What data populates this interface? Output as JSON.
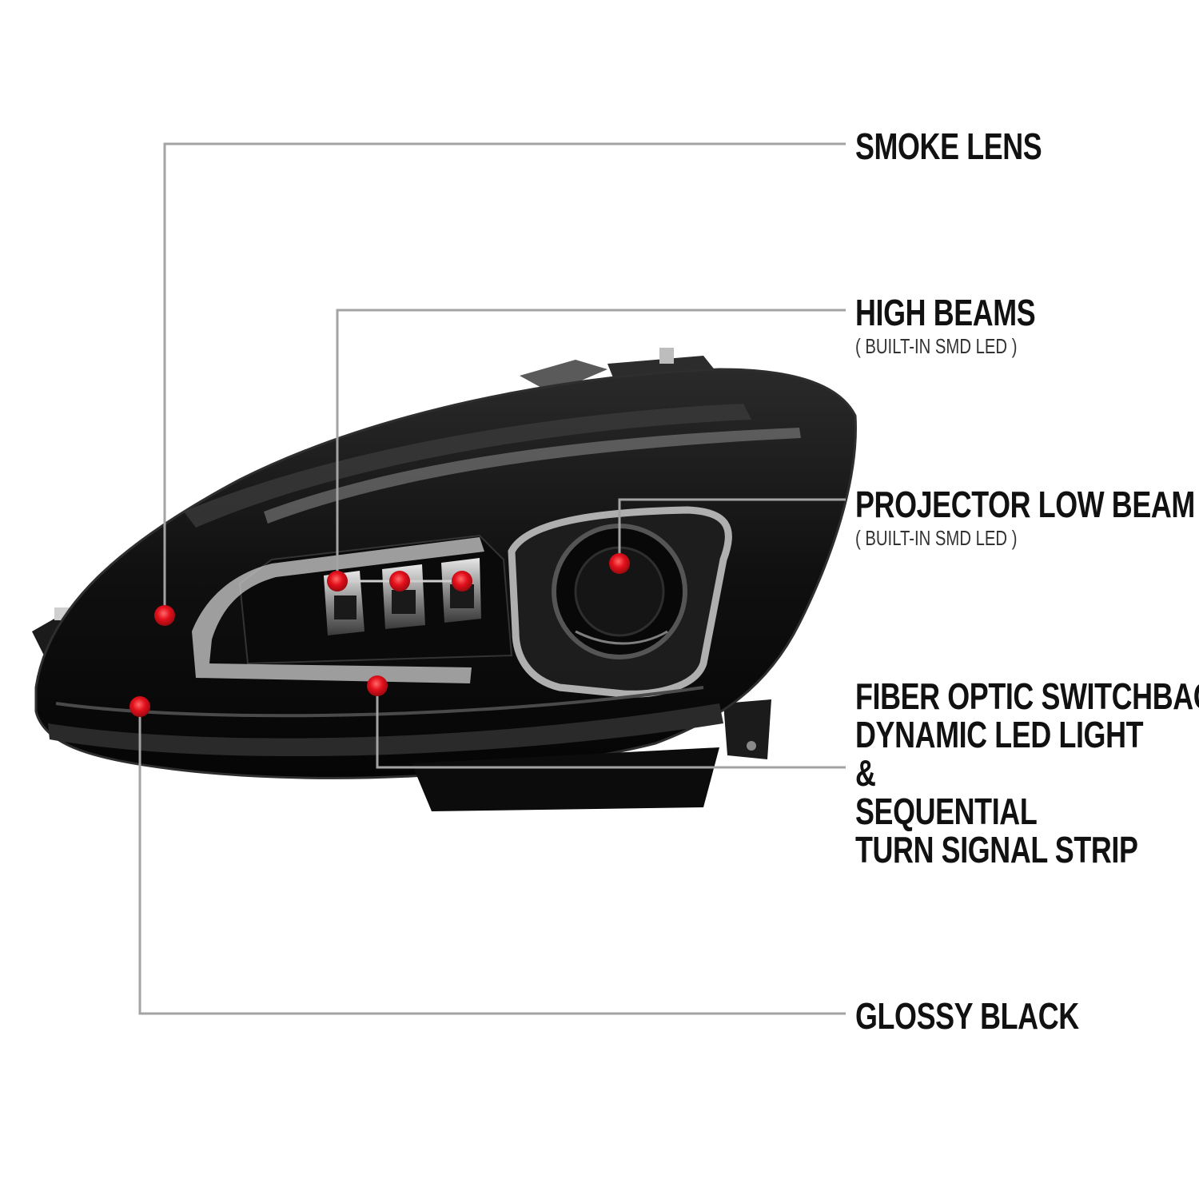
{
  "colors": {
    "leader_line": "#9a9a9a",
    "leader_accent": "#b3121b",
    "marker": "#e3101c",
    "text": "#111111",
    "housing": "#141414"
  },
  "callouts": {
    "smoke_lens": {
      "title": "SMOKE LENS"
    },
    "high_beams": {
      "title": "HIGH BEAMS",
      "subtitle": "( BUILT-IN SMD LED )"
    },
    "projector_low_beam": {
      "title": "PROJECTOR LOW BEAM",
      "subtitle": "( BUILT-IN SMD LED )"
    },
    "fiber_optic": {
      "lines": [
        "FIBER OPTIC SWITCHBACK",
        "DYNAMIC LED LIGHT",
        "&",
        "SEQUENTIAL",
        "TURN SIGNAL STRIP"
      ]
    },
    "glossy_black": {
      "title": "GLOSSY BLACK"
    }
  },
  "image": {
    "subject": "headlight-product-photo"
  }
}
